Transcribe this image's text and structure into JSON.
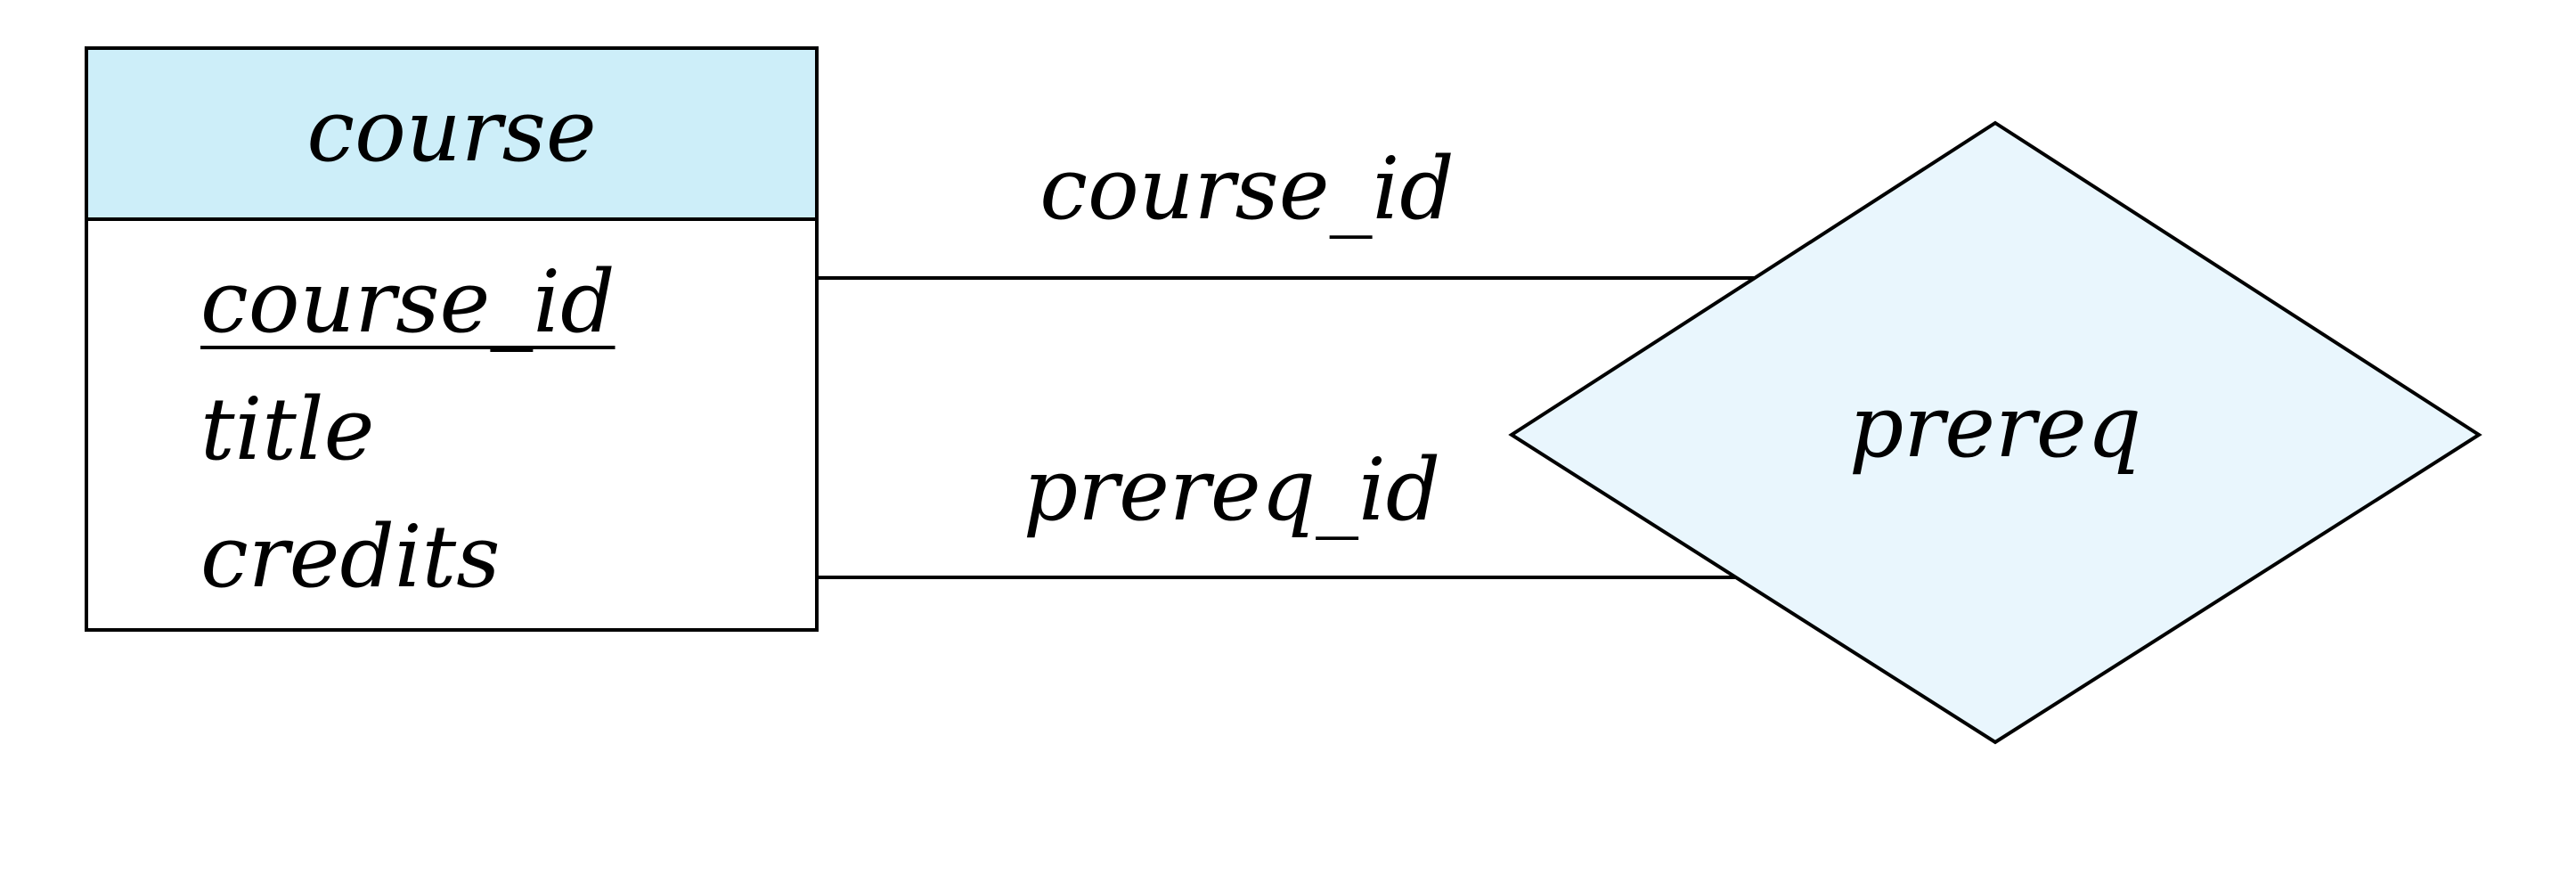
{
  "entity": {
    "name": "course",
    "attributes": [
      {
        "label": "course_id",
        "primary_key": true
      },
      {
        "label": "title",
        "primary_key": false
      },
      {
        "label": "credits",
        "primary_key": false
      }
    ]
  },
  "relationship": {
    "name": "prereq"
  },
  "roles": [
    {
      "label": "course_id"
    },
    {
      "label": "prereq_id"
    }
  ],
  "colors": {
    "entity_header_fill": "#cdeef9",
    "entity_body_fill": "#ffffff",
    "relationship_fill": "#e9f6fd",
    "stroke": "#000000"
  }
}
